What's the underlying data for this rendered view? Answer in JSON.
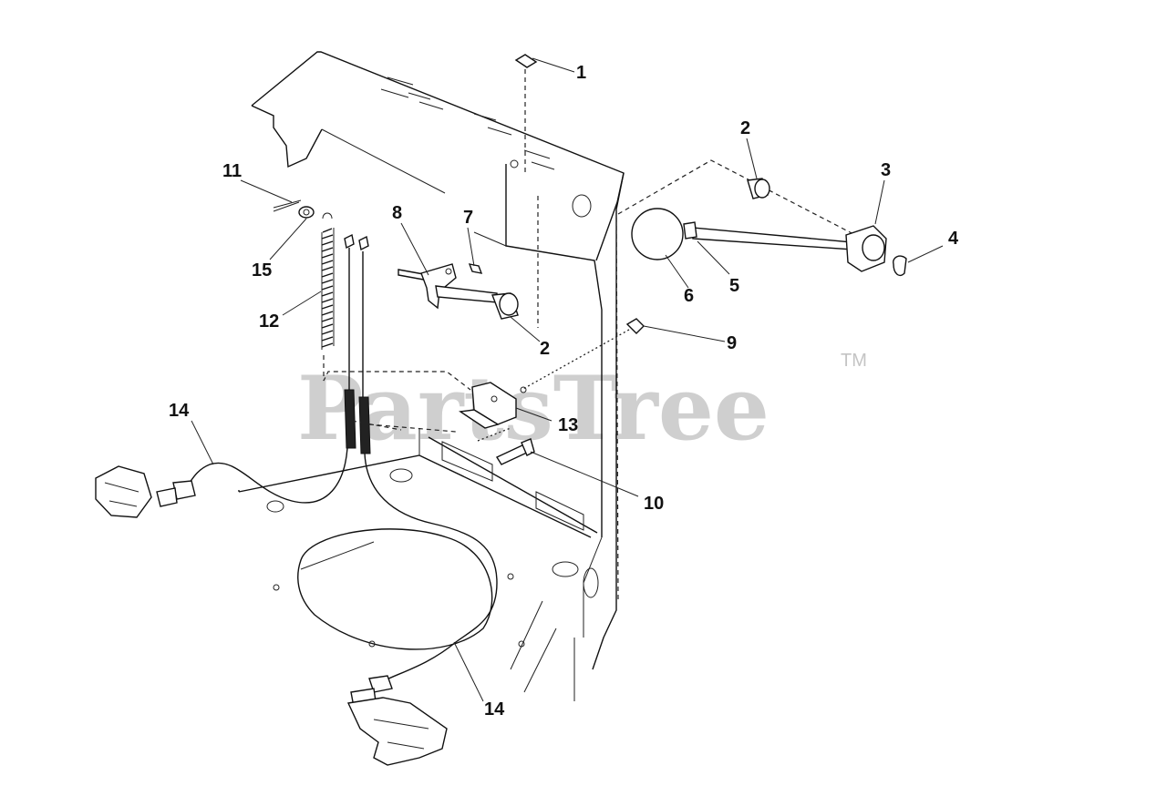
{
  "watermark": {
    "text": "PartsTree",
    "trademark": "TM"
  },
  "callouts": [
    "1",
    "2",
    "3",
    "4",
    "5",
    "6",
    "7",
    "8",
    "9",
    "10",
    "11",
    "12",
    "13",
    "14",
    "15"
  ]
}
